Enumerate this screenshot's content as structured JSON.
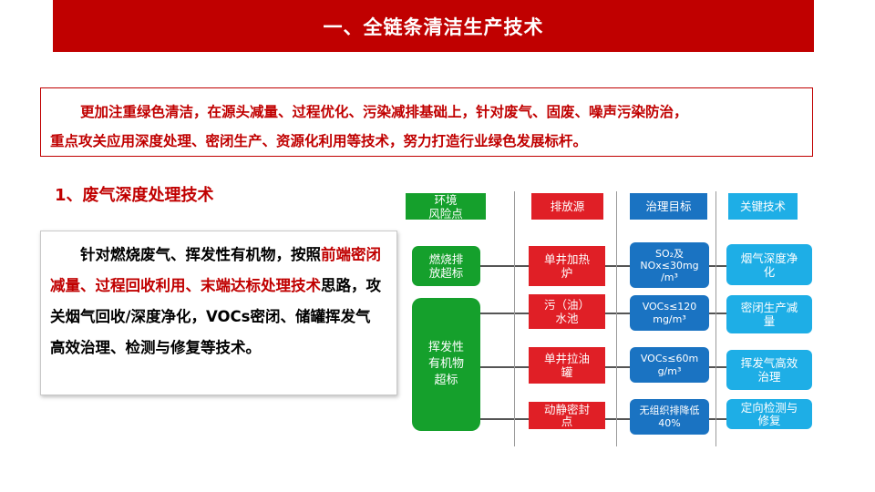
{
  "header": {
    "title": "一、全链条清洁生产技术"
  },
  "intro": {
    "line1": "更加注重绿色清洁，在源头减量、过程优化、污染减排基础上，针对废气、固废、噪声污染防治，",
    "line2": "重点攻关应用深度处理、密闭生产、资源化利用等技术，努力打造行业绿色发展标杆。"
  },
  "section": {
    "title": "1、废气深度处理技术"
  },
  "description": {
    "p1": "针对燃烧废气、挥发性有机物，按照",
    "p2": "前端密闭减量、过程回收利用、末端达标处理技术",
    "p3": "思路，攻关烟气回收/深度净化，VOCs密闭、储罐挥发气高效治理、检测与修复等技术。"
  },
  "diagram": {
    "headers": {
      "env": [
        "环境",
        "风险点"
      ],
      "source": "排放源",
      "target": "治理目标",
      "tech": "关键技术"
    },
    "risks": [
      {
        "lines": [
          "燃烧排",
          "放超标"
        ]
      },
      {
        "lines": [
          "挥发性",
          "有机物",
          "超标"
        ]
      }
    ],
    "rows": [
      {
        "source": [
          "单井加热",
          "炉"
        ],
        "target": [
          "SO₂及",
          "NOx≤30mg",
          "/m³"
        ],
        "tech": [
          "烟气深度净",
          "化"
        ]
      },
      {
        "source": [
          "污（油）",
          "水池"
        ],
        "target": [
          "VOCs≤120",
          "mg/m³"
        ],
        "tech": [
          "密闭生产减",
          "量"
        ]
      },
      {
        "source": [
          "单井拉油",
          "罐"
        ],
        "target": [
          "VOCs≤60m",
          "g/m³"
        ],
        "tech": [
          "挥发气高效",
          "治理"
        ]
      },
      {
        "source": [
          "动静密封",
          "点"
        ],
        "target": [
          "无组织排降低",
          "40%"
        ],
        "tech": [
          "定向检测与",
          "修复"
        ]
      }
    ],
    "colors": {
      "green": "#15a02c",
      "red": "#e01f26",
      "blue": "#1a73c2",
      "cyan": "#1eaee6",
      "title_red": "#c00000"
    }
  }
}
